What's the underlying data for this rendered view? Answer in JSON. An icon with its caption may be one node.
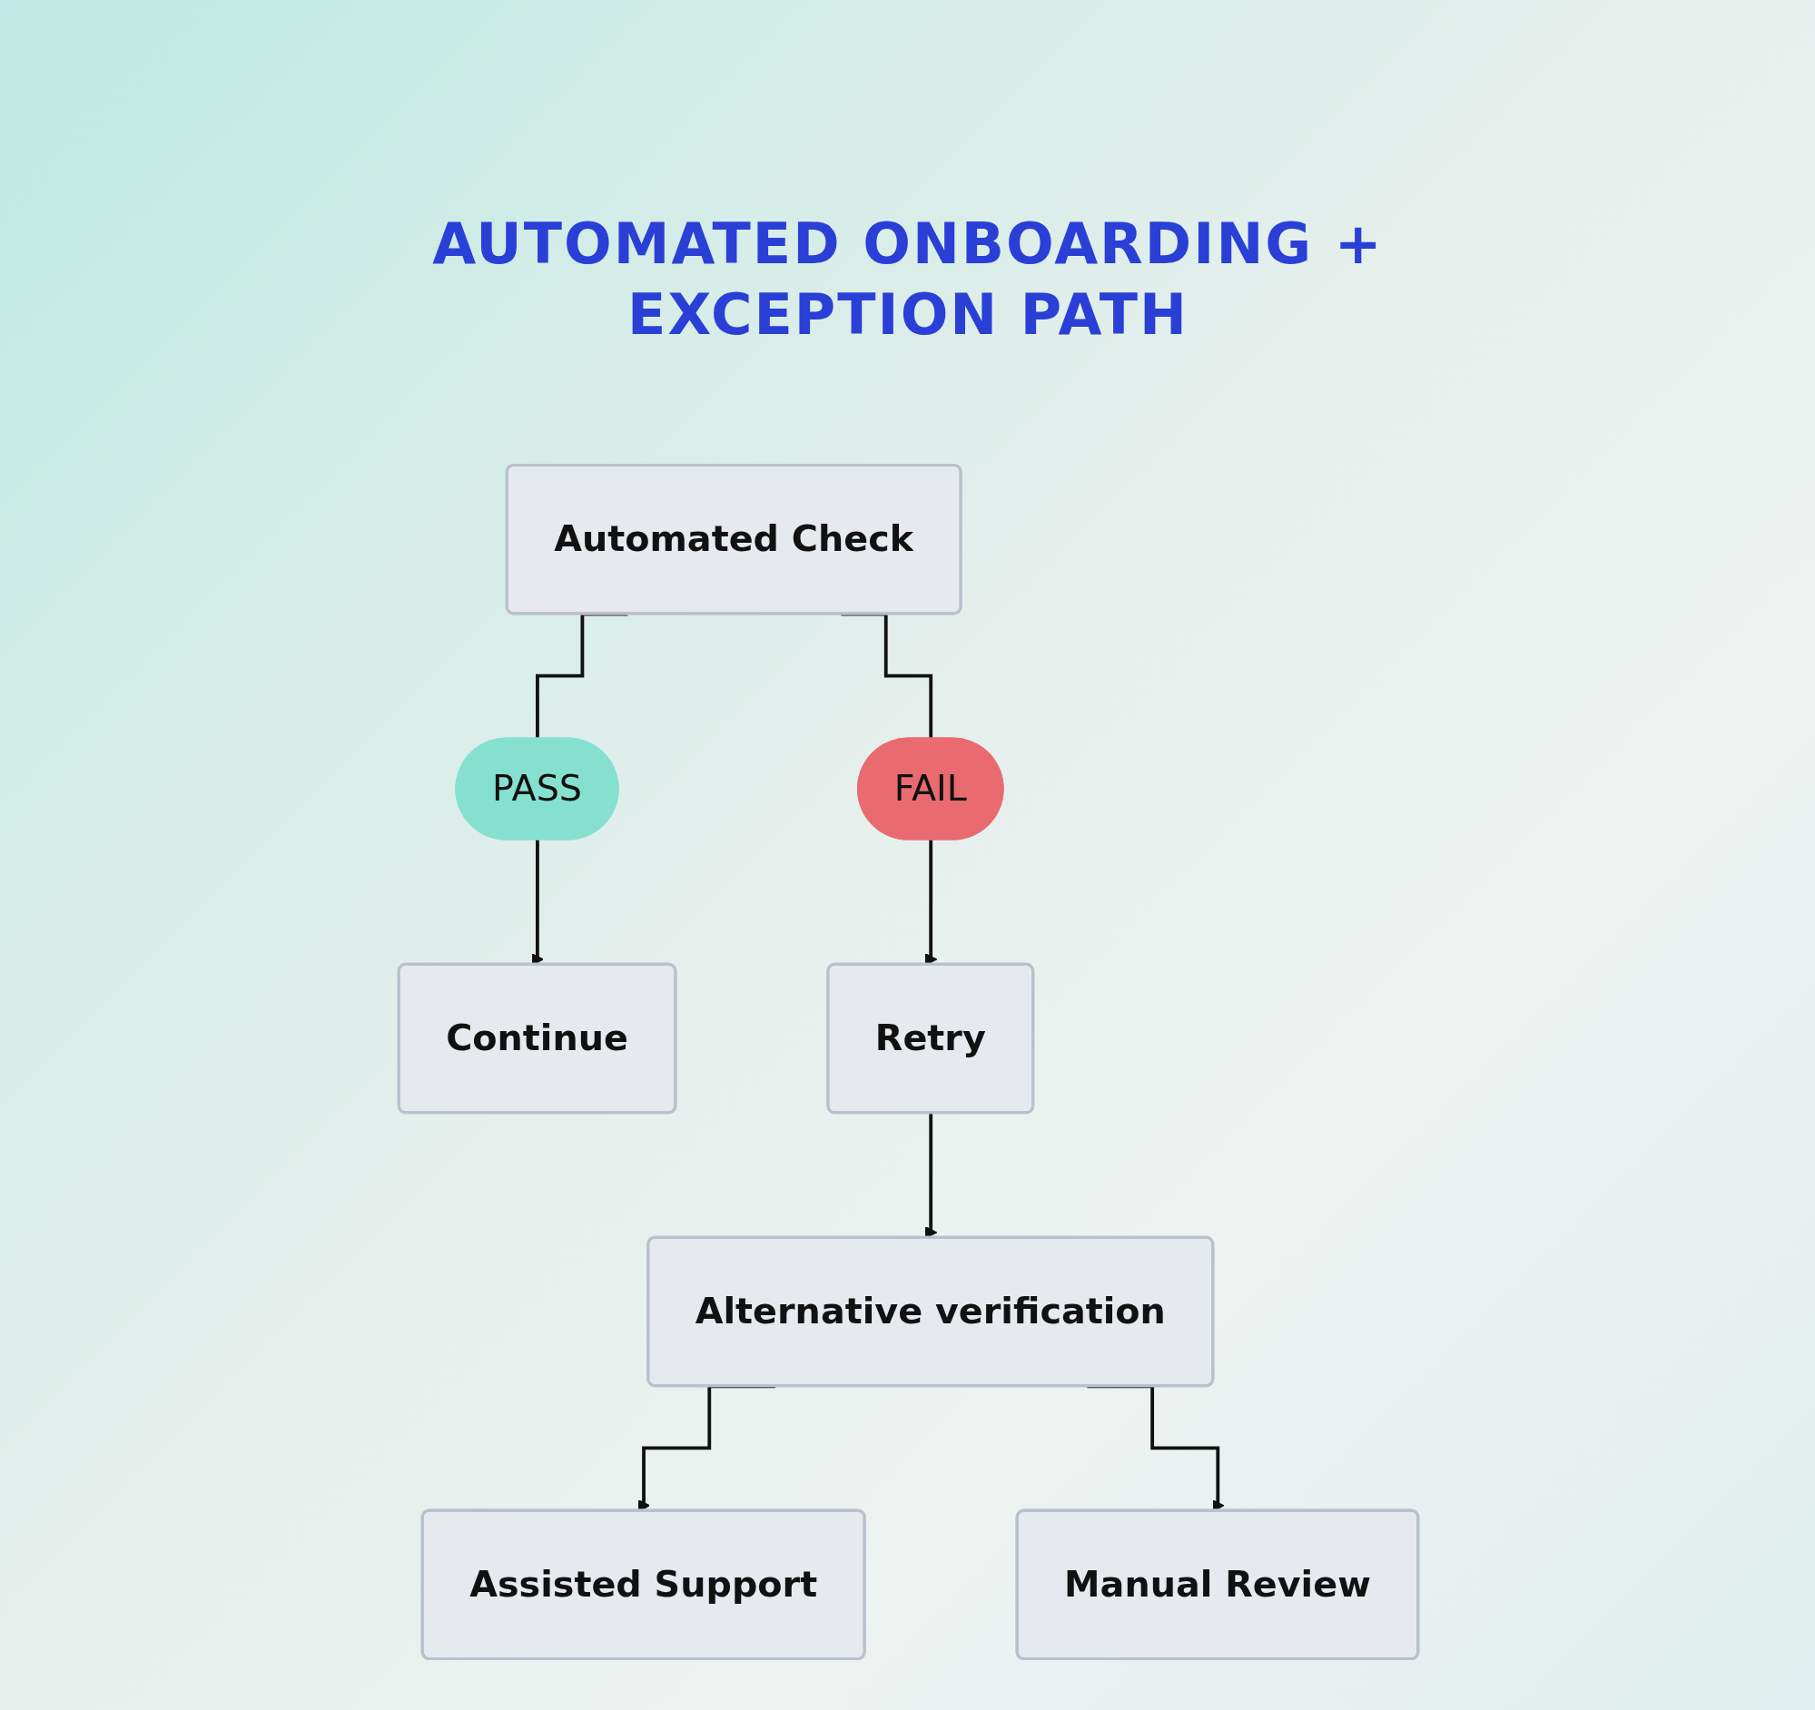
{
  "diagram": {
    "title": "AUTOMATED ONBOARDING + EXCEPTION PATH",
    "nodes": [
      {
        "text": [
          "Automated Check"
        ]
      },
      {
        "text": [
          "PASS"
        ]
      },
      {
        "text": [
          "FAIL"
        ]
      },
      {
        "text": [
          "Continue"
        ]
      },
      {
        "text": [
          "Retry"
        ]
      },
      {
        "text": [
          "Alternative verification"
        ]
      },
      {
        "text": [
          "Assisted Support"
        ]
      },
      {
        "text": [
          "Manual Review"
        ]
      }
    ],
    "edges": [
      {
        "from": 0,
        "to": 1,
        "arrow": "none"
      },
      {
        "from": 0,
        "to": 2,
        "arrow": "none"
      },
      {
        "from": 1,
        "to": 3,
        "arrow": "to"
      },
      {
        "from": 2,
        "to": 4,
        "arrow": "to"
      },
      {
        "from": 4,
        "to": 5,
        "arrow": "to"
      },
      {
        "from": 5,
        "to": 6,
        "arrow": "to"
      },
      {
        "from": 5,
        "to": 7,
        "arrow": "to"
      }
    ]
  }
}
